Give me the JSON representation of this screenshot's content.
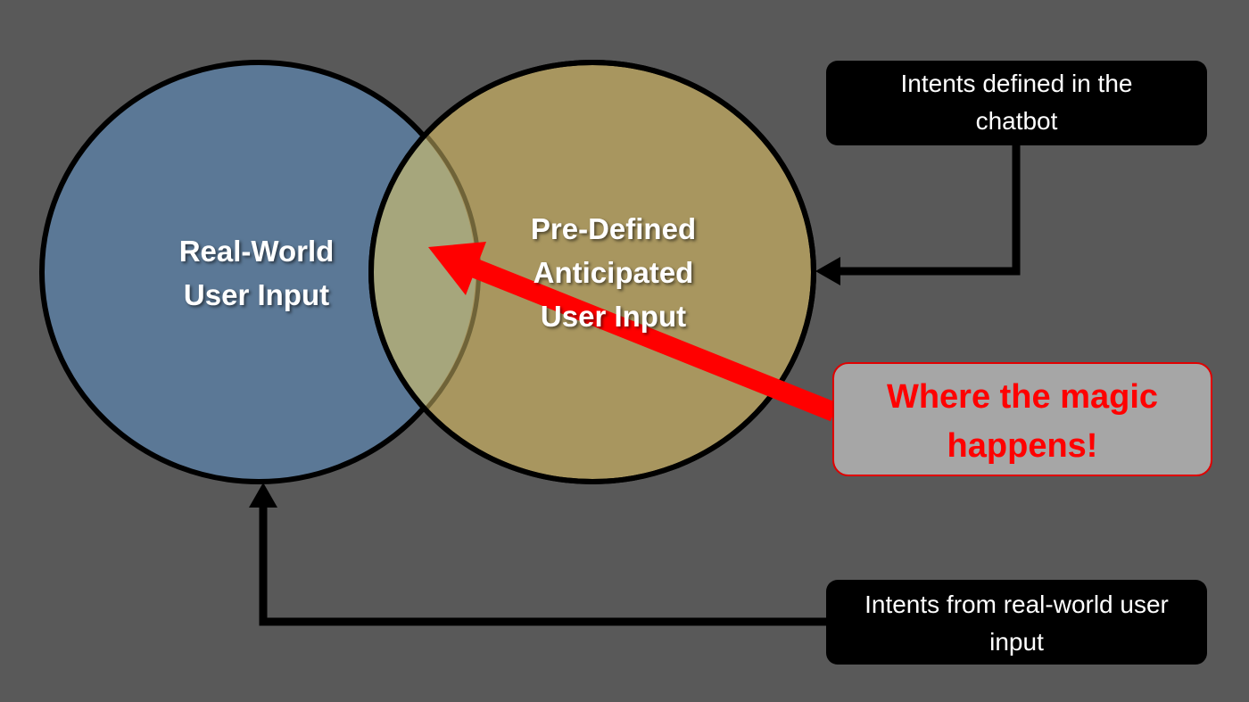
{
  "circles": {
    "left": {
      "line1": "Real-World",
      "line2": "User Input"
    },
    "right": {
      "line1": "Pre-Defined",
      "line2": "Anticipated",
      "line3": "User Input"
    }
  },
  "callouts": {
    "top": {
      "line1": "Intents defined in the",
      "line2": "chatbot"
    },
    "bottom": {
      "line1": "Intents from real-world user",
      "line2": "input"
    }
  },
  "highlight": {
    "line1": "Where the magic",
    "line2": "happens!"
  },
  "colors": {
    "background": "#595959",
    "left_circle": "#5b7896",
    "right_circle": "#a8965f",
    "overlap": "#a6a67c",
    "pointer_arrow": "#ff0000",
    "highlight_text": "#ff0000",
    "highlight_box": "#a6a6a6",
    "callout_box": "#000000"
  }
}
